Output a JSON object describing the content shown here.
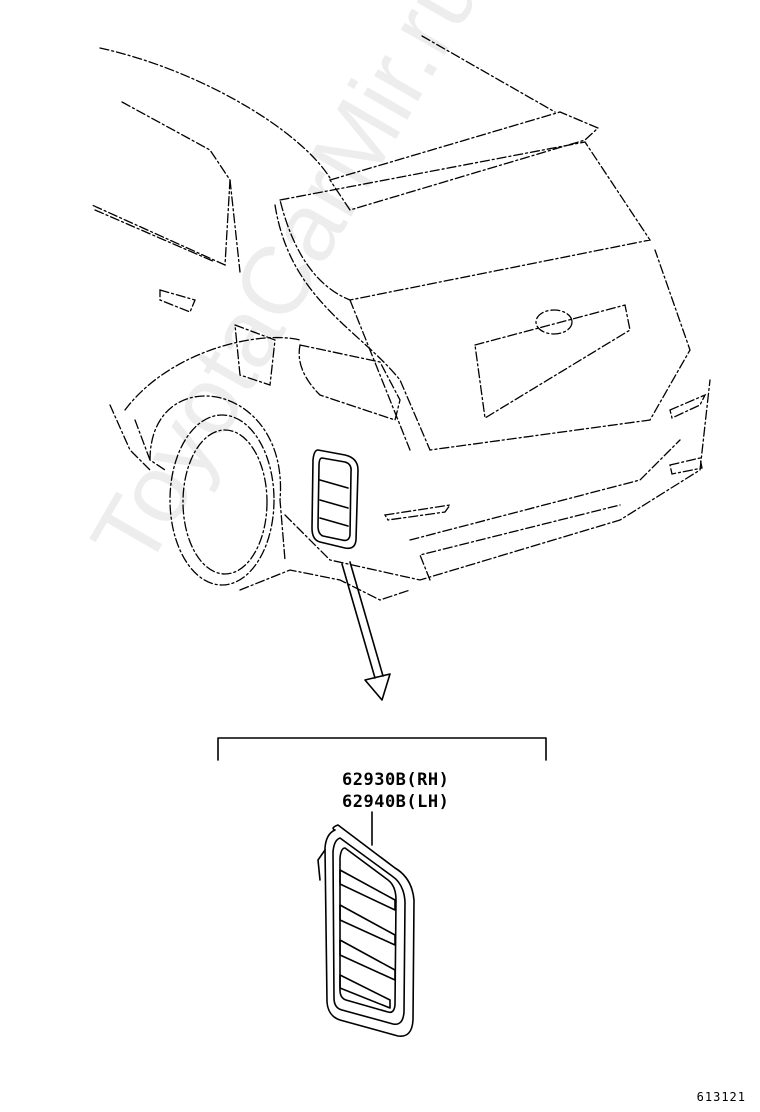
{
  "parts": [
    {
      "number": "62930B",
      "side": "(RH)"
    },
    {
      "number": "62940B",
      "side": "(LH)"
    }
  ],
  "watermark": "ToyotaCarMir.ru",
  "figure_id": "613121",
  "icons": [
    "car-rear-view-drawing",
    "quarter-vent-louver-part",
    "callout-arrow"
  ]
}
